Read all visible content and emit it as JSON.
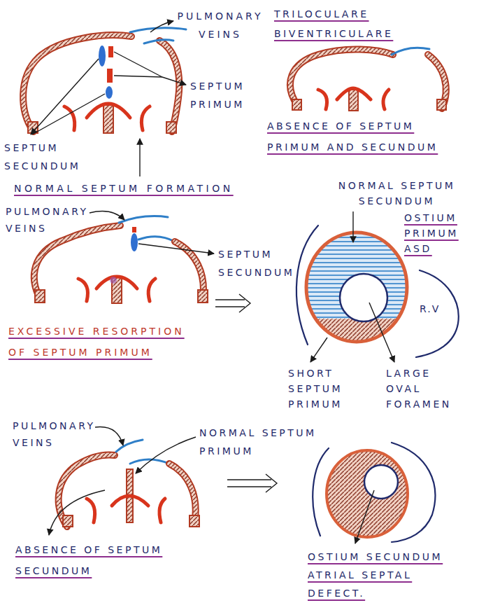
{
  "diagram": {
    "labels": [
      "PULMONARY VEINS",
      "TRILOCULARE BIVENTRICULARE",
      "SEPTUM PRIMUM",
      "SEPTUM SECUNDUM",
      "ABSENCE OF SEPTUM PRIMUM AND SECUNDUM",
      "NORMAL SEPTUM FORMATION",
      "NORMAL SEPTUM SECUNDUM",
      "PULMONARY VEINS",
      "OSTIUM PRIMUM ASD",
      "SEPTUM SECUNDUM",
      "R.V",
      "EXCESSIVE RESORPTION OF SEPTUM PRIMUM",
      "SHORT SEPTUM PRIMUM",
      "LARGE OVAL FORAMEN",
      "PULMONARY VEINS",
      "NORMAL SEPTUM PRIMUM",
      "ABSENCE OF SEPTUM SECUNDUM",
      "OSTIUM SECUNDUM ATRIAL SEPTAL DEFECT."
    ]
  }
}
